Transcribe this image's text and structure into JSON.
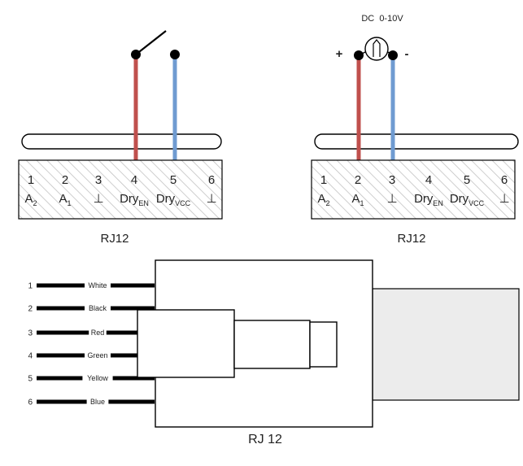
{
  "colors": {
    "red_wire": "#c0504d",
    "blue_wire": "#6f9bd1",
    "outline": "#000000",
    "hatch": "#b5b5b5",
    "cable_fill": "#ececec"
  },
  "connector_left": {
    "pins": [
      {
        "num": "1",
        "label": "A",
        "sub": "2"
      },
      {
        "num": "2",
        "label": "A",
        "sub": "1"
      },
      {
        "num": "3",
        "label": "⊥",
        "sub": ""
      },
      {
        "num": "4",
        "label": "Dry",
        "sub": "EN"
      },
      {
        "num": "5",
        "label": "Dry",
        "sub": "VCC"
      },
      {
        "num": "6",
        "label": "⊥",
        "sub": ""
      }
    ],
    "caption": "RJ12",
    "attached": "switch-contact"
  },
  "connector_right": {
    "pins": [
      {
        "num": "1",
        "label": "A",
        "sub": "2"
      },
      {
        "num": "2",
        "label": "A",
        "sub": "1"
      },
      {
        "num": "3",
        "label": "⊥",
        "sub": ""
      },
      {
        "num": "4",
        "label": "Dry",
        "sub": "EN"
      },
      {
        "num": "5",
        "label": "Dry",
        "sub": "VCC"
      },
      {
        "num": "6",
        "label": "⊥",
        "sub": ""
      }
    ],
    "caption": "RJ12",
    "attached": "voltage-meter",
    "meter_label": "DC  0-10V",
    "plus": "+",
    "minus": "-"
  },
  "plug": {
    "caption": "RJ 12",
    "wires": [
      {
        "num": "1",
        "color": "White"
      },
      {
        "num": "2",
        "color": "Black"
      },
      {
        "num": "3",
        "color": "Red"
      },
      {
        "num": "4",
        "color": "Green"
      },
      {
        "num": "5",
        "color": "Yellow"
      },
      {
        "num": "6",
        "color": "Blue"
      }
    ]
  }
}
